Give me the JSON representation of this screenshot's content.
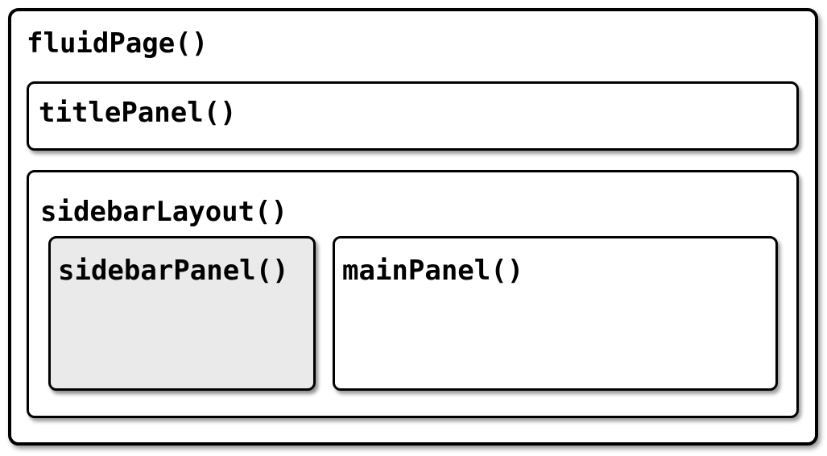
{
  "boxes": {
    "fluid_page": {
      "label": "fluidPage()"
    },
    "title_panel": {
      "label": "titlePanel()"
    },
    "sidebar_layout": {
      "label": "sidebarLayout()"
    },
    "sidebar_panel": {
      "label": "sidebarPanel()"
    },
    "main_panel": {
      "label": "mainPanel()"
    }
  },
  "colors": {
    "border": "#000000",
    "text": "#000000",
    "background": "#ffffff",
    "sidebar_panel_fill": "#eaeaea"
  }
}
